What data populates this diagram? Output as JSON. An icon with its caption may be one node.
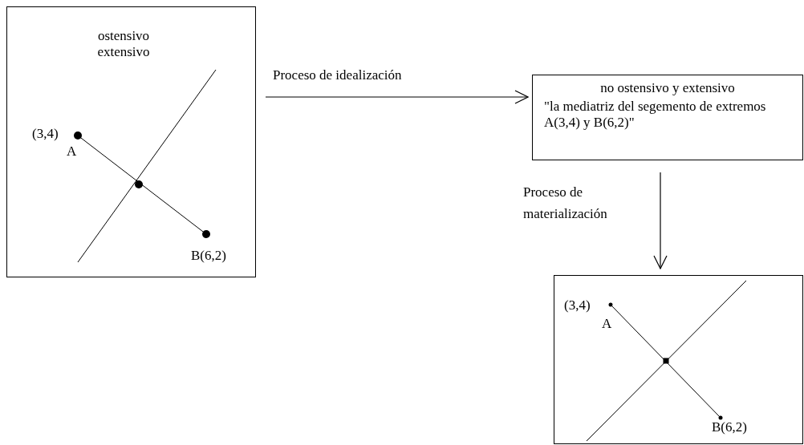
{
  "diagram": {
    "nodes": [
      {
        "text": [
          "ostensivo extensivo",
          "(3,4)",
          "A",
          "B(6,2)"
        ]
      },
      {
        "text": [
          "no ostensivo y extensivo",
          "\"la mediatriz del segemento de extremos A(3,4) y B(6,2)\""
        ]
      },
      {
        "text": [
          "(3,4)",
          "A",
          "B(6,2)"
        ]
      }
    ],
    "edges": [
      {
        "from": 0,
        "to": 1,
        "arrow": "to",
        "label": "Proceso de idealización"
      },
      {
        "from": 1,
        "to": 2,
        "arrow": "to",
        "label": "Proceso de materialización"
      }
    ]
  }
}
